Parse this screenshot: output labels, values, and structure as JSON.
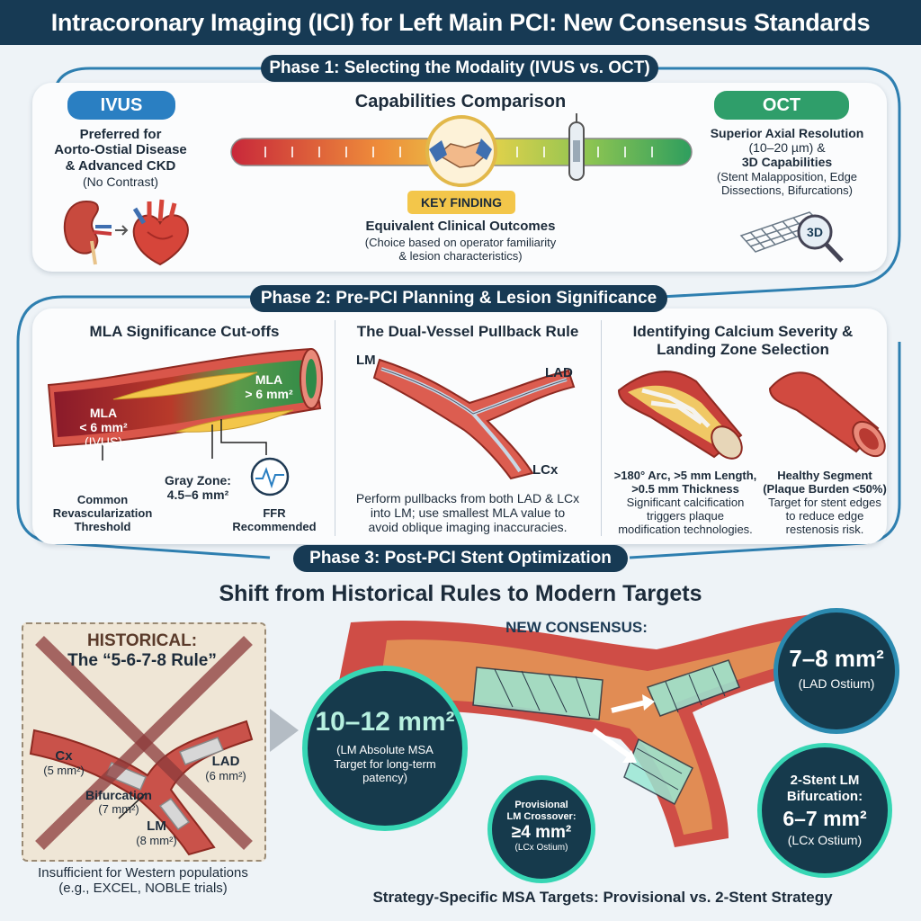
{
  "header": {
    "title": "Intracoronary Imaging (ICI) for Left Main PCI: New Consensus Standards"
  },
  "phase1": {
    "pill": "Phase 1: Selecting the Modality (IVUS vs. OCT)",
    "ivus": {
      "tag": "IVUS",
      "line1": "Preferred for",
      "line2": "Aorto-Ostial Disease",
      "line3": "& Advanced CKD",
      "note": "(No Contrast)"
    },
    "center": {
      "title": "Capabilities Comparison",
      "key": "KEY FINDING",
      "outcome": "Equivalent Clinical Outcomes",
      "choice1": "(Choice based on operator familiarity",
      "choice2": "& lesion characteristics)"
    },
    "oct": {
      "tag": "OCT",
      "line1": "Superior Axial Resolution",
      "line2": "(10–20 µm) &",
      "line3": "3D Capabilities",
      "line4": "(Stent Malapposition, Edge",
      "line5": "Dissections, Bifurcations)",
      "badge": "3D"
    }
  },
  "phase2": {
    "pill": "Phase 2: Pre-PCI Planning & Lesion Significance",
    "mla": {
      "title": "MLA Significance Cut-offs",
      "left1": "MLA",
      "left2": "< 6 mm²",
      "left3": "(IVUS)",
      "right1": "MLA",
      "right2": "> 6 mm²",
      "thresh1": "Common",
      "thresh2": "Revascularization",
      "thresh3": "Threshold",
      "gray1": "Gray Zone:",
      "gray2": "4.5–6 mm²",
      "ffr1": "FFR",
      "ffr2": "Recommended"
    },
    "pullback": {
      "title": "The Dual-Vessel Pullback Rule",
      "lm": "LM",
      "lad": "LAD",
      "lcx": "LCx",
      "desc1": "Perform pullbacks from both LAD & LCx",
      "desc2": "into LM; use smallest MLA value to",
      "desc3": "avoid oblique imaging inaccuracies."
    },
    "calcium": {
      "title1": "Identifying Calcium Severity &",
      "title2": "Landing Zone Selection",
      "a1": ">180° Arc, >5 mm Length,",
      "a2": ">0.5 mm Thickness",
      "a3": "Significant calcification",
      "a4": "triggers plaque",
      "a5": "modification technologies.",
      "b1": "Healthy Segment",
      "b2": "(Plaque Burden <50%)",
      "b3": "Target for stent edges",
      "b4": "to reduce edge",
      "b5": "restenosis risk."
    }
  },
  "phase3": {
    "pill": "Phase 3: Post-PCI Stent Optimization",
    "title": "Shift from Historical Rules to Modern Targets",
    "historical": {
      "h1": "HISTORICAL:",
      "h2": "The “5-6-7-8 Rule”",
      "cx": "Cx",
      "cx_v": "(5 mm²)",
      "lad": "LAD",
      "lad_v": "(6 mm²)",
      "bif": "Bifurcation",
      "bif_v": "(7 mm²)",
      "lm": "LM",
      "lm_v": "(8 mm²)",
      "foot1": "Insufficient for Western populations",
      "foot2": "(e.g., EXCEL, NOBLE trials)"
    },
    "modern": {
      "label": "NEW CONSENSUS:",
      "lm_value": "10–12 mm²",
      "lm_d1": "(LM Absolute MSA",
      "lm_d2": "Target for long-term",
      "lm_d3": "patency)",
      "lad_value": "7–8 mm²",
      "lad_d": "(LAD Ostium)",
      "prov1": "Provisional",
      "prov2": "LM Crossover:",
      "prov_value": "≥4 mm²",
      "prov_d": "(LCx Ostium)",
      "two1": "2-Stent LM",
      "two2": "Bifurcation:",
      "two_value": "6–7 mm²",
      "two_d": "(LCx Ostium)"
    },
    "footer": "Strategy-Specific MSA Targets: Provisional vs. 2-Stent Strategy"
  },
  "colors": {
    "navy": "#173a54",
    "ivus_blue": "#2a7fc2",
    "oct_green": "#2f9e6a",
    "gold": "#f3c64a",
    "vessel_red": "#c73a3a",
    "teal": "#37d6b4"
  },
  "icons": [
    "kidney-icon",
    "heart-icon",
    "handshake-icon",
    "catheter-icon",
    "stent-3d-icon",
    "ecg-monitor-icon",
    "arrow-right-icon"
  ]
}
